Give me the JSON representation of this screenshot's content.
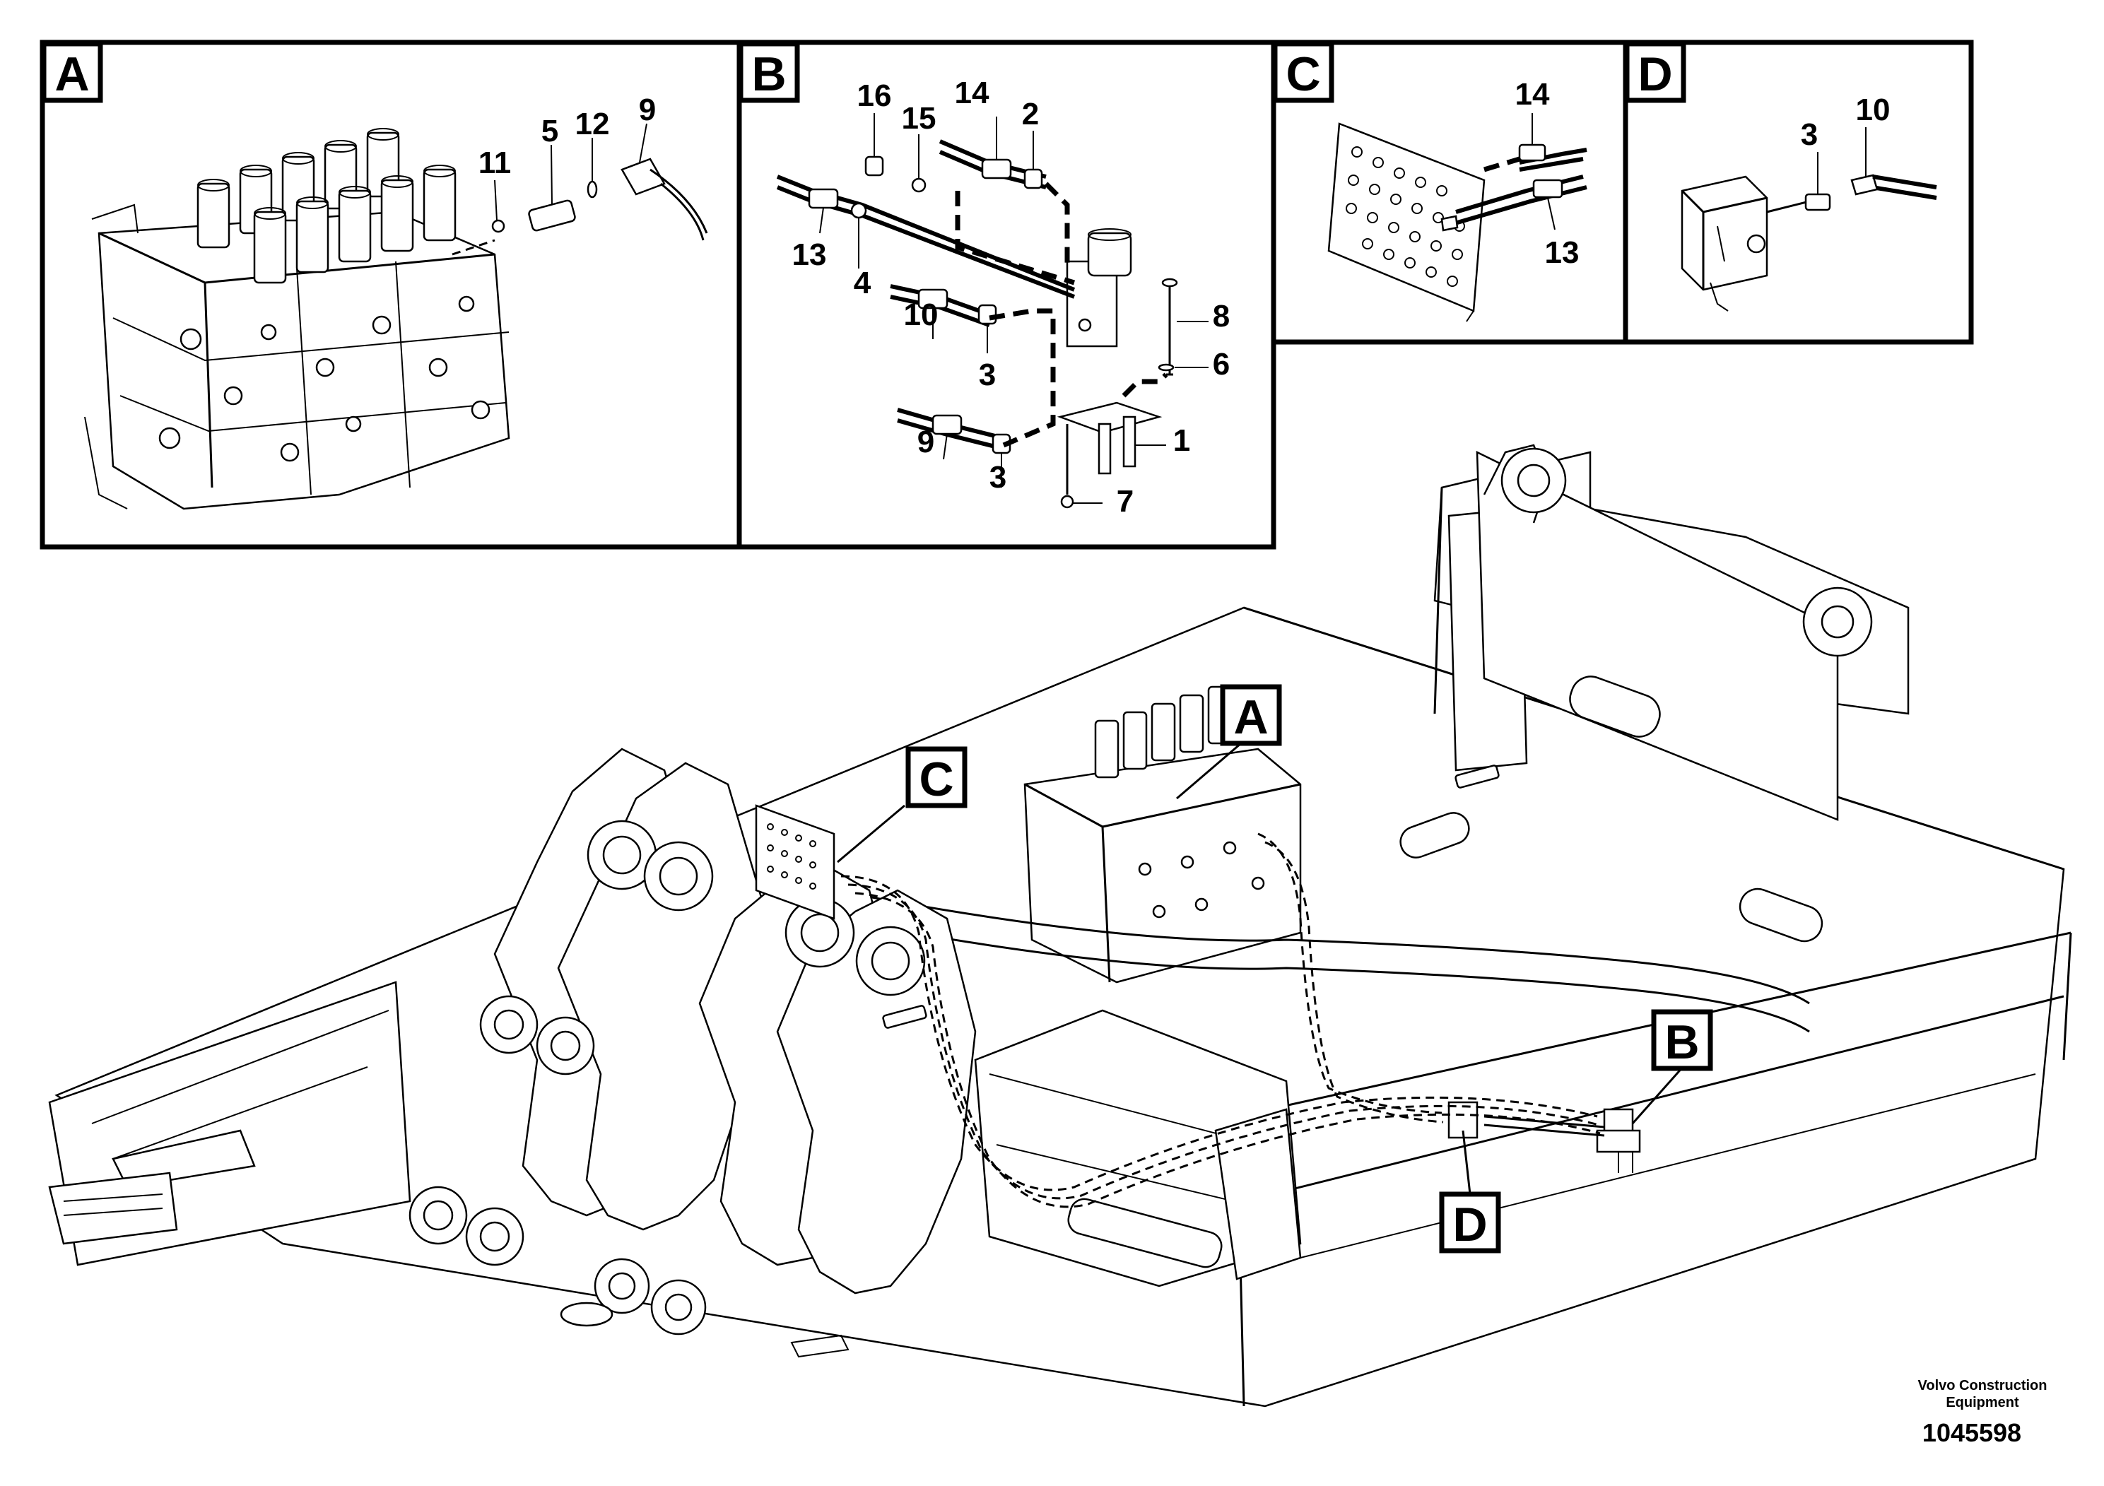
{
  "panels": [
    {
      "id": "A",
      "letter": "A",
      "callouts": [
        "11",
        "5",
        "12",
        "9"
      ]
    },
    {
      "id": "B",
      "letter": "B",
      "callouts": [
        "16",
        "15",
        "14",
        "2",
        "13",
        "4",
        "10",
        "3",
        "9",
        "3",
        "8",
        "6",
        "1",
        "7"
      ]
    },
    {
      "id": "C",
      "letter": "C",
      "callouts": [
        "14",
        "13"
      ]
    },
    {
      "id": "D",
      "letter": "D",
      "callouts": [
        "3",
        "10"
      ]
    }
  ],
  "main_view": {
    "location_labels": [
      "A",
      "B",
      "C",
      "D"
    ]
  },
  "footer": {
    "company_line1": "Volvo Construction",
    "company_line2": "Equipment",
    "drawing_number": "1045598"
  }
}
